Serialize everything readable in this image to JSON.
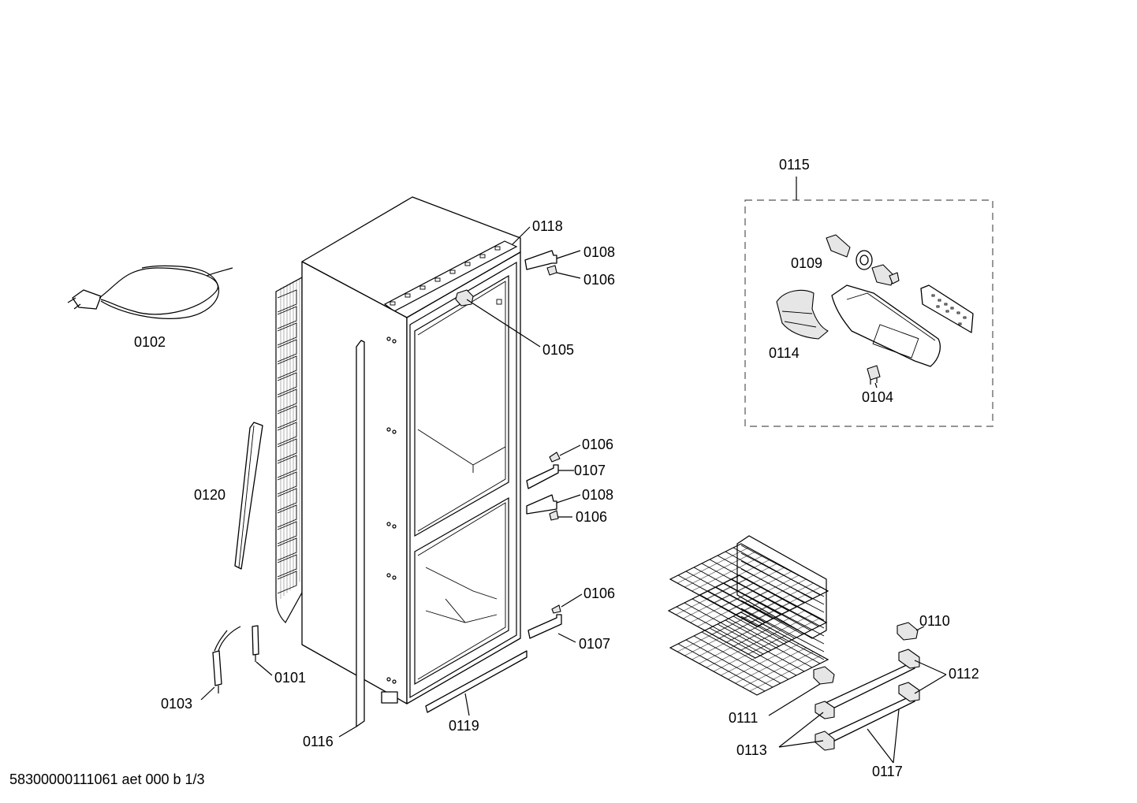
{
  "parts": {
    "p0101": "0101",
    "p0102": "0102",
    "p0103": "0103",
    "p0104": "0104",
    "p0105": "0105",
    "p0106": "0106",
    "p0107": "0107",
    "p0108": "0108",
    "p0109": "0109",
    "p0110": "0110",
    "p0111": "0111",
    "p0112": "0112",
    "p0113": "0113",
    "p0114": "0114",
    "p0115": "0115",
    "p0116": "0116",
    "p0117": "0117",
    "p0118": "0118",
    "p0119": "0119",
    "p0120": "0120"
  },
  "footer": "58300000111061 aet 000 b 1/3"
}
